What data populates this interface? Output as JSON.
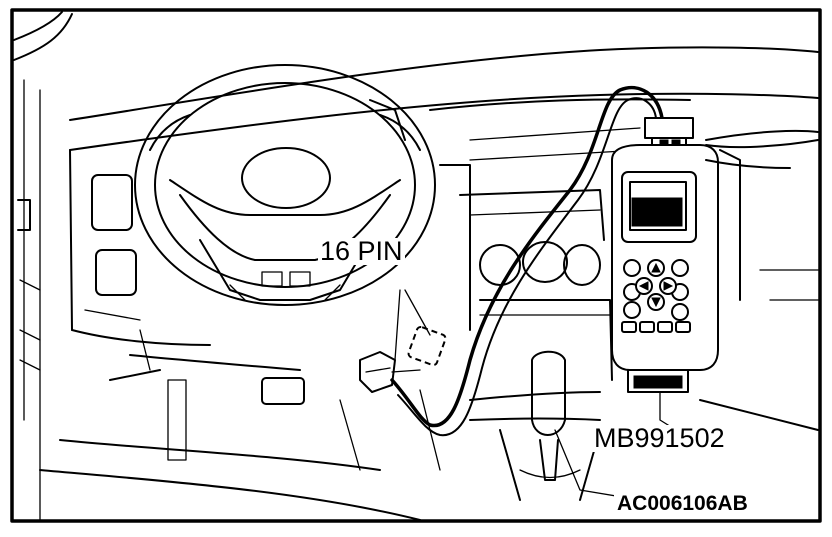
{
  "labels": {
    "connector": "16 PIN",
    "tool": "MB991502",
    "figure_code": "AC006106AB"
  }
}
